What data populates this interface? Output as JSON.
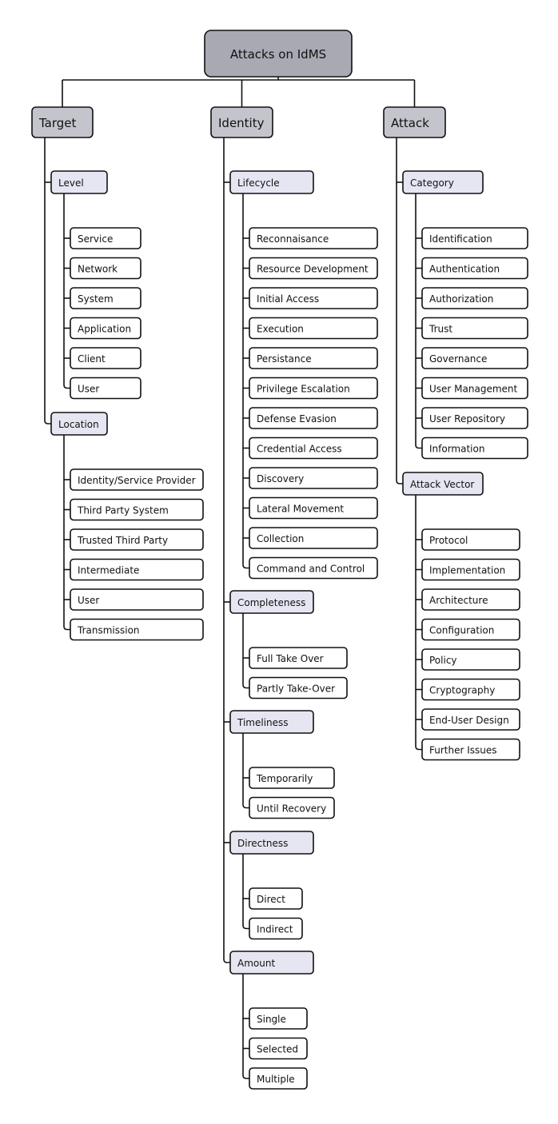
{
  "colors": {
    "root_fill": "#a9a9b3",
    "l1_fill": "#c4c4cc",
    "l2_fill": "#e6e6f2",
    "leaf_fill": "#ffffff",
    "stroke": "#111111"
  },
  "root": {
    "label": "Attacks on IdMS"
  },
  "columns": [
    {
      "label": "Target",
      "groups": [
        {
          "label": "Level",
          "items": [
            "Service",
            "Network",
            "System",
            "Application",
            "Client",
            "User"
          ]
        },
        {
          "label": "Location",
          "items": [
            "Identity/Service Provider",
            "Third Party System",
            "Trusted Third Party",
            "Intermediate",
            "User",
            "Transmission"
          ]
        }
      ]
    },
    {
      "label": "Identity",
      "groups": [
        {
          "label": "Lifecycle",
          "items": [
            "Reconnaisance",
            "Resource Development",
            "Initial Access",
            "Execution",
            "Persistance",
            "Privilege Escalation",
            "Defense Evasion",
            "Credential Access",
            "Discovery",
            "Lateral Movement",
            "Collection",
            "Command and Control"
          ]
        },
        {
          "label": "Completeness",
          "items": [
            "Full Take Over",
            "Partly Take-Over"
          ]
        },
        {
          "label": "Timeliness",
          "items": [
            "Temporarily",
            "Until Recovery"
          ]
        },
        {
          "label": "Directness",
          "items": [
            "Direct",
            "Indirect"
          ]
        },
        {
          "label": "Amount",
          "items": [
            "Single",
            "Selected",
            "Multiple"
          ]
        }
      ]
    },
    {
      "label": "Attack",
      "groups": [
        {
          "label": "Category",
          "items": [
            "Identification",
            "Authentication",
            "Authorization",
            "Trust",
            "Governance",
            "User Management",
            "User Repository",
            "Information"
          ]
        },
        {
          "label": "Attack Vector",
          "items": [
            "Protocol",
            "Implementation",
            "Architecture",
            "Configuration",
            "Policy",
            "Cryptography",
            "End-User Design",
            "Further Issues"
          ]
        }
      ]
    }
  ]
}
